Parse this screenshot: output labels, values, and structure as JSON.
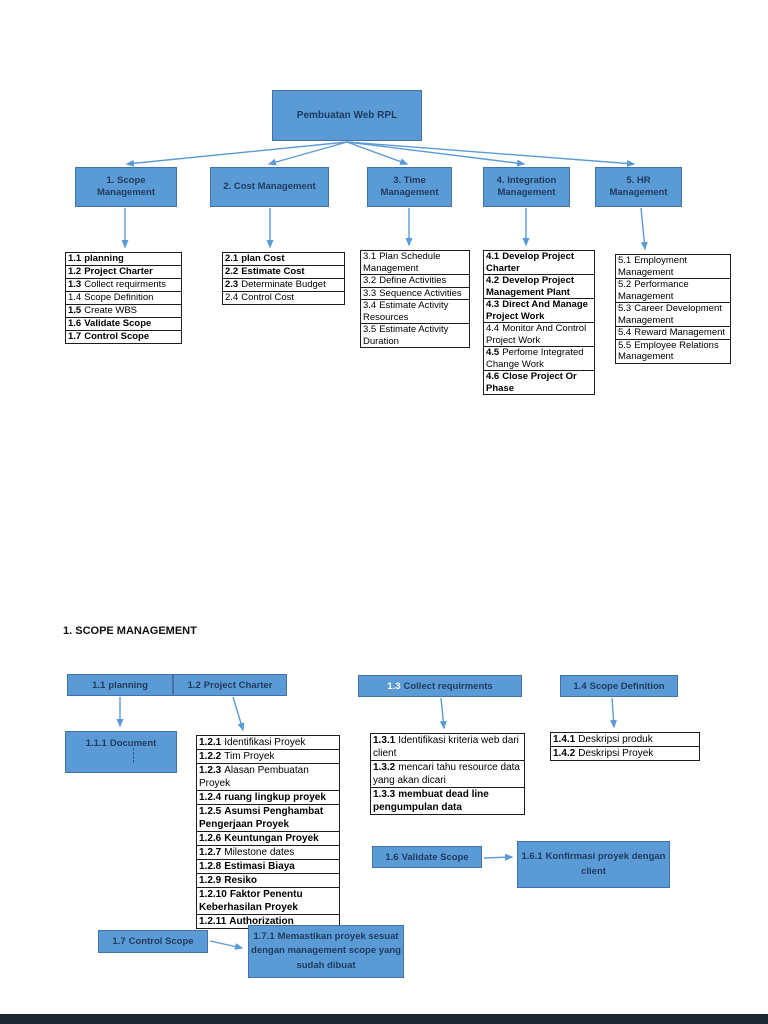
{
  "colors": {
    "box_fill": "#5b9bd5",
    "box_border": "#4472a8",
    "box_text": "#1f3a5f",
    "arrow": "#5b9bd5",
    "footer_bar": "#1e2835"
  },
  "wbs": {
    "root_label": "Pembuatan Web RPL",
    "branches": [
      {
        "title": "1. Scope Management",
        "items": [
          {
            "num": "1.1",
            "text": "planning",
            "nb": true,
            "tb": true
          },
          {
            "num": "1.2",
            "text": "Project Charter",
            "nb": true,
            "tb": true
          },
          {
            "num": "1.3",
            "text": "Collect requirments",
            "nb": true,
            "tb": false
          },
          {
            "num": "1.4",
            "text": "Scope Definition",
            "nb": false,
            "tb": false
          },
          {
            "num": "1.5",
            "text": "Create WBS",
            "nb": true,
            "tb": false
          },
          {
            "num": "1.6",
            "text": "Validate Scope",
            "nb": true,
            "tb": true
          },
          {
            "num": "1.7",
            "text": "Control Scope",
            "nb": true,
            "tb": true
          }
        ]
      },
      {
        "title": "2. Cost Management",
        "items": [
          {
            "num": "2.1",
            "text": "plan Cost",
            "nb": true,
            "tb": true
          },
          {
            "num": "2.2",
            "text": "Estimate Cost",
            "nb": true,
            "tb": true
          },
          {
            "num": "2.3",
            "text": "Determinate Budget",
            "nb": true,
            "tb": false
          },
          {
            "num": "2.4",
            "text": "Control Cost",
            "nb": false,
            "tb": false
          }
        ]
      },
      {
        "title": "3. Time Management",
        "items": [
          {
            "num": "3.1",
            "text": "Plan Schedule Management",
            "nb": false,
            "tb": false
          },
          {
            "num": "3.2",
            "text": "Define Activities",
            "nb": false,
            "tb": false
          },
          {
            "num": "3.3",
            "text": "Sequence Activities",
            "nb": false,
            "tb": false
          },
          {
            "num": "3.4",
            "text": "Estimate Activity Resources",
            "nb": false,
            "tb": false
          },
          {
            "num": "3.5",
            "text": "Estimate Activity Duration",
            "nb": false,
            "tb": false
          }
        ]
      },
      {
        "title": "4. Integration Management",
        "items": [
          {
            "num": "4.1",
            "text": "Develop Project Charter",
            "nb": true,
            "tb": true
          },
          {
            "num": "4.2",
            "text": "Develop Project Management Plant",
            "nb": true,
            "tb": true
          },
          {
            "num": "4.3",
            "text": "Direct And Manage Project Work",
            "nb": true,
            "tb": true
          },
          {
            "num": "4.4",
            "text": "Monitor And Control Project Work",
            "nb": false,
            "tb": false
          },
          {
            "num": "4.5",
            "text": "Perfome Integrated Change Work",
            "nb": true,
            "tb": false
          },
          {
            "num": "4.6",
            "text": "Close Project Or Phase",
            "nb": true,
            "tb": true
          }
        ]
      },
      {
        "title": "5. HR Management",
        "items": [
          {
            "num": "5.1",
            "text": "Employment Management",
            "nb": false,
            "tb": false
          },
          {
            "num": "5.2",
            "text": "Performance Management",
            "nb": false,
            "tb": false
          },
          {
            "num": "5.3",
            "text": "Career Development Management",
            "nb": false,
            "tb": false
          },
          {
            "num": "5.4",
            "text": "Reward Management",
            "nb": false,
            "tb": false
          },
          {
            "num": "5.5",
            "text": "Employee Relations Management",
            "nb": false,
            "tb": false
          }
        ]
      }
    ]
  },
  "detail": {
    "section_title": "1. SCOPE MANAGEMENT",
    "boxes": {
      "planning": {
        "num": "1.1",
        "text": "planning"
      },
      "project_charter": {
        "num": "1.2",
        "text": "Project Charter"
      },
      "collect": {
        "num": "1.3",
        "text": "Collect requirments"
      },
      "scope_definition": {
        "num": "1.4",
        "text": "Scope Definition"
      },
      "document": {
        "num": "1.1.1",
        "text": "Document"
      },
      "validate": {
        "num": "1.6",
        "text": "Validate Scope"
      },
      "validate_child": {
        "num": "1.6.1",
        "text": "Konfirmasi proyek dengan client"
      },
      "control": {
        "num": "1.7",
        "text": "Control Scope"
      },
      "control_child": {
        "num": "1.7.1",
        "text": "Memastikan proyek sesuat dengan management scope yang sudah dibuat"
      }
    },
    "lists": {
      "project_charter": [
        {
          "num": "1.2.1",
          "text": "Identifikasi Proyek",
          "nb": true,
          "tb": false
        },
        {
          "num": "1.2.2",
          "text": "Tim Proyek",
          "nb": true,
          "tb": false
        },
        {
          "num": "1.2.3",
          "text": "Alasan Pembuatan Proyek",
          "nb": true,
          "tb": false
        },
        {
          "num": "1.2.4",
          "text": "ruang lingkup proyek",
          "nb": true,
          "tb": true
        },
        {
          "num": "1.2.5",
          "text": "Asumsi Penghambat Pengerjaan Proyek",
          "nb": true,
          "tb": true
        },
        {
          "num": "1.2.6",
          "text": "Keuntungan Proyek",
          "nb": true,
          "tb": true
        },
        {
          "num": "1.2.7",
          "text": "Milestone dates",
          "nb": true,
          "tb": false
        },
        {
          "num": "1.2.8",
          "text": "Estimasi Biaya",
          "nb": true,
          "tb": true
        },
        {
          "num": "1.2.9",
          "text": "Resiko",
          "nb": true,
          "tb": true
        },
        {
          "num": "1.2.10",
          "text": "Faktor Penentu Keberhasilan Proyek",
          "nb": true,
          "tb": true
        },
        {
          "num": "1.2.11",
          "text": "Authorization",
          "nb": true,
          "tb": true
        }
      ],
      "collect": [
        {
          "num": "1.3.1",
          "text": "Identifikasi kriteria web dari client",
          "nb": true,
          "tb": false
        },
        {
          "num": "1.3.2",
          "text": "mencari tahu resource data yang akan dicari",
          "nb": true,
          "tb": false
        },
        {
          "num": "1.3.3",
          "text": "membuat dead line pengumpulan data",
          "nb": true,
          "tb": true
        }
      ],
      "scope_definition": [
        {
          "num": "1.4.1",
          "text": "Deskripsi produk",
          "nb": true,
          "tb": false
        },
        {
          "num": "1.4.2",
          "text": "Deskripsi Proyek",
          "nb": true,
          "tb": false
        }
      ]
    }
  }
}
